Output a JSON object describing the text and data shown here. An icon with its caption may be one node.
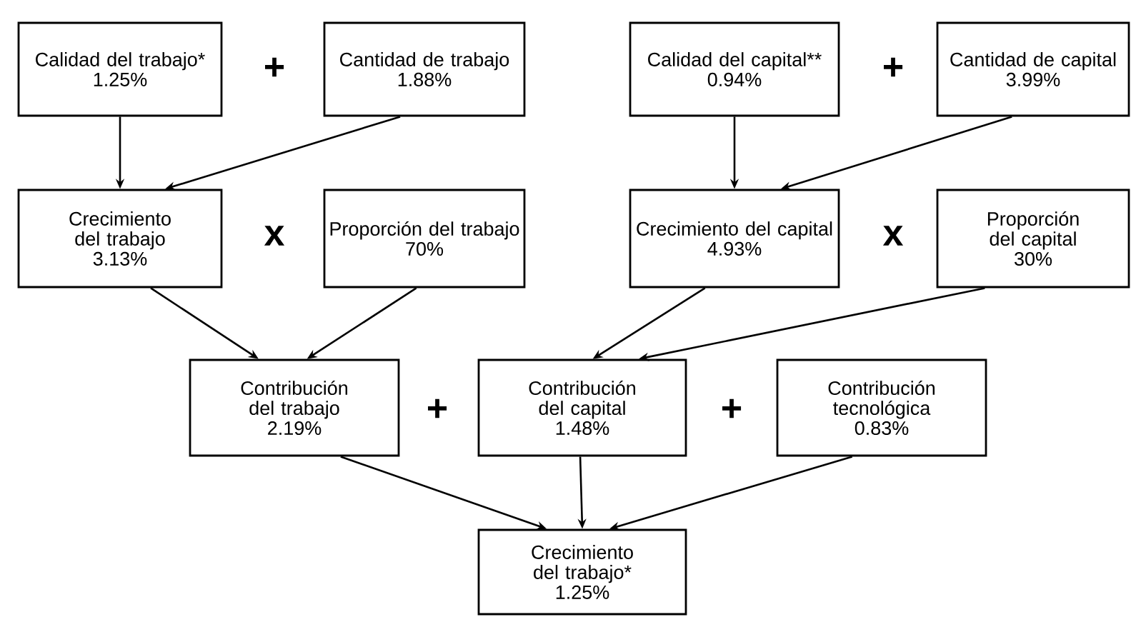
{
  "diagram": {
    "nodes": [
      {
        "text": [
          "Calidad del trabajo*",
          "1.25%"
        ]
      },
      {
        "text": [
          "Cantidad de trabajo",
          "1.88%"
        ]
      },
      {
        "text": [
          "Calidad del capital**",
          "0.94%"
        ]
      },
      {
        "text": [
          "Cantidad de capital",
          "3.99%"
        ]
      },
      {
        "text": [
          "Crecimiento del trabajo",
          "3.13%"
        ]
      },
      {
        "text": [
          "Proporción del trabajo",
          "70%"
        ]
      },
      {
        "text": [
          "Crecimiento del capital",
          "4.93%"
        ]
      },
      {
        "text": [
          "Proporción del capital",
          "30%"
        ]
      },
      {
        "text": [
          "Contribución del trabajo",
          "2.19%"
        ]
      },
      {
        "text": [
          "Contribución del capital",
          "1.48%"
        ]
      },
      {
        "text": [
          "Contribución tecnológica",
          "0.83%"
        ]
      },
      {
        "text": [
          "Crecimiento del trabajo*",
          "1.25%"
        ]
      }
    ],
    "edges": [
      {
        "from": 0,
        "to": 4,
        "arrow": "to"
      },
      {
        "from": 1,
        "to": 4,
        "arrow": "to"
      },
      {
        "from": 2,
        "to": 6,
        "arrow": "to"
      },
      {
        "from": 3,
        "to": 6,
        "arrow": "to"
      },
      {
        "from": 4,
        "to": 8,
        "arrow": "to"
      },
      {
        "from": 5,
        "to": 8,
        "arrow": "to"
      },
      {
        "from": 6,
        "to": 9,
        "arrow": "to"
      },
      {
        "from": 7,
        "to": 9,
        "arrow": "to"
      },
      {
        "from": 8,
        "to": 11,
        "arrow": "to"
      },
      {
        "from": 9,
        "to": 11,
        "arrow": "to"
      },
      {
        "from": 10,
        "to": 11,
        "arrow": "to"
      }
    ],
    "labels": [
      "+",
      "+",
      "x",
      "x",
      "+",
      "+"
    ]
  }
}
